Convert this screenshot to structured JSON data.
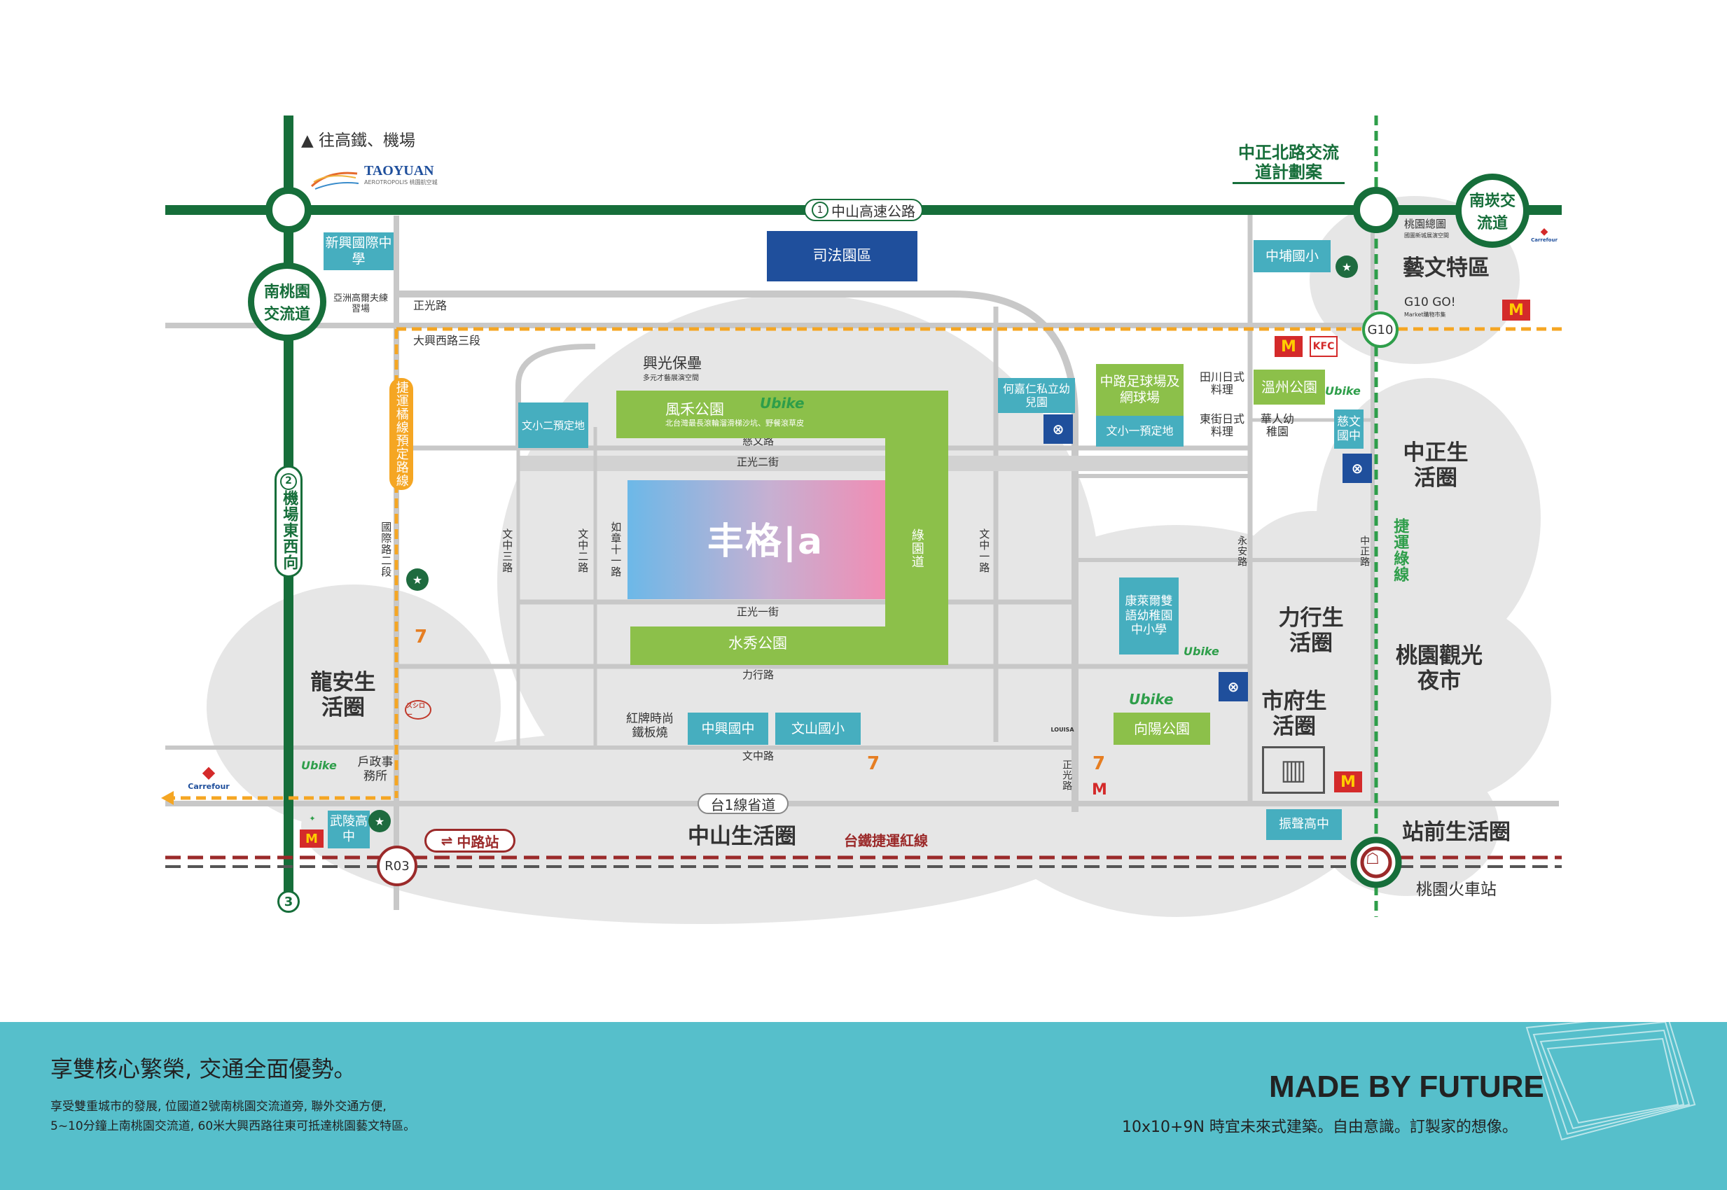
{
  "highways": {
    "to_airport": "▲ 往高鐵、機場",
    "airport_brand": "TAOYUAN",
    "airport_sub": "AEROTROPOLIS 桃園航空城",
    "zhongshan_highway_no": "1",
    "zhongshan_highway": "中山高速公路",
    "airport_ew_no": "2",
    "airport_ew": "機場東西向",
    "route3_no": "3",
    "south_ic": "南桃園交流道",
    "nankan_ic": "南崁交流道",
    "zhongzheng_n_ic": "中正北路交流道計劃案",
    "prov1_road": "台1線省道",
    "g10_station": "G10",
    "r03_station": "R03",
    "zhonglu_station": "中路站",
    "red_line": "台鐵捷運紅線",
    "metro_line": "捷運綠線",
    "planned_line": "捷運橘線預定路線",
    "train_station": "桃園火車站"
  },
  "roads": {
    "zhengguang": "正光路",
    "daxing_w3": "大興西路三段",
    "ciwen": "慈文路",
    "zhengguang2": "正光二街",
    "zhengguang1": "正光一街",
    "lixing": "力行路",
    "wenzhong": "文中路",
    "wenzhong3": "文中三路",
    "wenzhong2": "文中二路",
    "ruzhang11": "如章十一路",
    "wenzhong1": "文中一路",
    "guoji2": "國際路二段",
    "yongan": "永安路",
    "zhongzheng": "中正路",
    "zhengguang_s": "正光路",
    "greenway": "綠園道"
  },
  "places": {
    "judicial": "司法園區",
    "xinxing": "新興國際中學",
    "asia_golf": "亞洲高爾夫練習場",
    "xingguang": "興光保壘",
    "xingguang_sub": "多元才藝展演空間",
    "fenghe": "風禾公園",
    "fenghe_sub": "北台灣最長滾輪溜滑梯沙坑、野餐滾草皮",
    "wenxiao2": "文小二預定地",
    "center_brand": "丰格|a",
    "shuixiu": "水秀公園",
    "zhongxing_jh": "中興國中",
    "wenshan_es": "文山國小",
    "iron_plate": "紅牌時尚鐵板燒",
    "household": "戶政事務所",
    "wuling_hs": "武陵高中",
    "hejiaren": "何嘉仁私立幼兒園",
    "zhonglu_field": "中路足球場及網球場",
    "wenxiao1": "文小一預定地",
    "tianchuan": "田川日式料理",
    "dongjie": "東街日式料理",
    "wenzhou_park": "溫州公園",
    "huaren": "華人幼稚園",
    "ciwen_jh": "慈文國中",
    "zhongpu_es": "中埔國小",
    "taoyuan_arena": "桃園總圖",
    "arena_sub": "國圖新城展演空間",
    "carrefour": "Carrefour",
    "g10go": "G10 GO!",
    "g10go_sub": "Market購物市集",
    "kangqiao": "康萊爾雙語幼稚園中小學",
    "xiangyang_park": "向陽公園",
    "zhensheng_hs": "振聲高中",
    "louisa": "LOUISA",
    "sushiro": "スシロー"
  },
  "zones": {
    "longan": "龍安生活圈",
    "zhongshan": "中山生活圈",
    "arts": "藝文特區",
    "zhongzheng_z": "中正生活圈",
    "lixing_z": "力行生活圈",
    "night_market": "桃園觀光夜市",
    "city_hall": "市府生活圈",
    "station_front": "站前生活圈"
  },
  "footer": {
    "headline": "享雙核心繁榮, 交通全面優勢。",
    "body_line1": "享受雙重城市的發展, 位國道2號南桃園交流道旁, 聯外交通方便,",
    "body_line2": "5~10分鐘上南桃園交流道, 60米大興西路往東可抵達桃園藝文特區。",
    "brand": "MADE BY FUTURE",
    "tagline": "10x10+9N 時宜未來式建築。自由意識。訂製家的想像。"
  },
  "colors": {
    "highway_green": "#166e3a",
    "road_gray": "#c8c8c8",
    "orange_line": "#f5a623",
    "teal_box": "#46aebf",
    "green_box": "#8cc04a",
    "navy_box": "#1f4f9c",
    "rail_red": "#9b2a2a",
    "footer_bg": "#56bfcb"
  }
}
